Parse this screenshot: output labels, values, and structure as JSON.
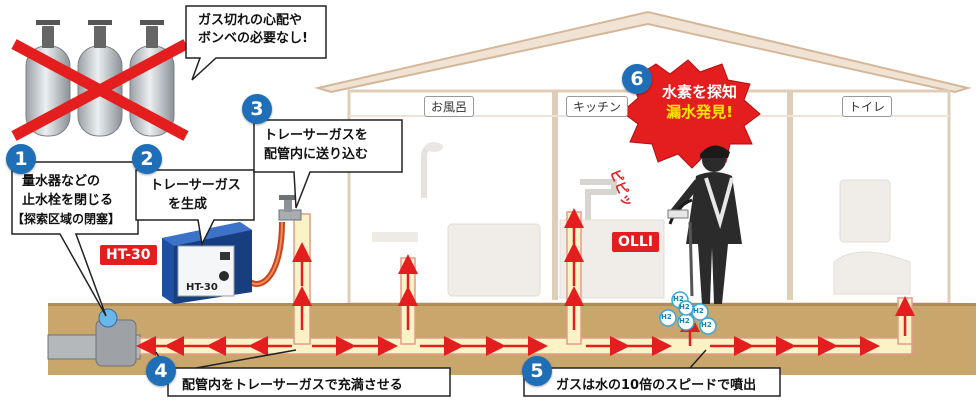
{
  "callouts": {
    "gas_worry": {
      "line1": "ガス切れの心配や",
      "line2": "ボンベの必要なし!"
    },
    "step1": {
      "number": "1",
      "line1": "量水器などの",
      "line2": "止水栓を閉じる",
      "line3": "【探索区域の閉塞】"
    },
    "step2": {
      "number": "2",
      "line1": "トレーサーガス",
      "line2": "を生成"
    },
    "step3": {
      "number": "3",
      "line1": "トレーサーガスを",
      "line2": "配管内に送り込む"
    },
    "step4": {
      "number": "4",
      "text": "配管内をトレーサーガスで充満させる"
    },
    "step5": {
      "number": "5",
      "text": "ガスは水の10倍のスピードで噴出"
    },
    "step6": {
      "number": "6",
      "line1": "水素を探知",
      "line2": "漏水発見!"
    }
  },
  "rooms": {
    "bath": "お風呂",
    "kitchen": "キッチン",
    "toilet": "トイレ"
  },
  "devices": {
    "generator_tag": "HT-30",
    "generator_plate": "HT-30",
    "detector_tag": "OLLI",
    "beep": "ピピッ"
  },
  "hydrogen": [
    "H2",
    "H2",
    "H2",
    "H2",
    "H2",
    "H2"
  ],
  "colors": {
    "badge_blue": "#1e6fb8",
    "accent_red": "#e41e1e",
    "pipe_fill": "#fbf3c6",
    "ground": "#c9a66b"
  }
}
